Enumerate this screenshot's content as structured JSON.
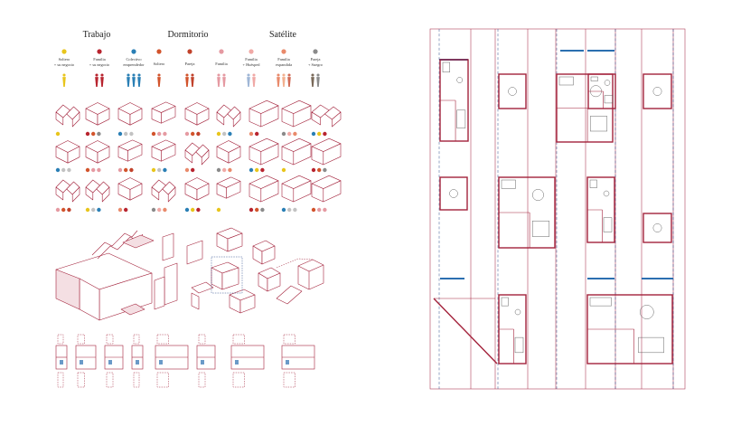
{
  "categories": [
    {
      "title": "Trabajo",
      "groups": [
        {
          "label_l1": "Soltero",
          "label_l2": "+ su negocio",
          "dot_color": "#e8c51c",
          "fig_colors": [
            "#e8c51c"
          ]
        },
        {
          "label_l1": "Familia",
          "label_l2": "+ su negocio",
          "dot_color": "#b8242f",
          "fig_colors": [
            "#b8242f",
            "#b8242f"
          ]
        },
        {
          "label_l1": "Colectivo",
          "label_l2": "emprendedor",
          "dot_color": "#2a7fb5",
          "fig_colors": [
            "#2a7fb5",
            "#2a7fb5",
            "#2a7fb5"
          ]
        }
      ]
    },
    {
      "title": "Dormitorio",
      "groups": [
        {
          "label_l1": "Soltero",
          "label_l2": "",
          "dot_color": "#d2542c",
          "fig_colors": [
            "#d2542c"
          ]
        },
        {
          "label_l1": "Pareja",
          "label_l2": "",
          "dot_color": "#c1422b",
          "fig_colors": [
            "#d2542c",
            "#c1422b"
          ]
        },
        {
          "label_l1": "Familia",
          "label_l2": "",
          "dot_color": "#e59aa2",
          "fig_colors": [
            "#e59aa2",
            "#e59aa2"
          ]
        }
      ]
    },
    {
      "title": "Satélite",
      "groups": [
        {
          "label_l1": "Familia",
          "label_l2": "+ Huésped",
          "dot_color": "#f0a9a6",
          "fig_colors": [
            "#9fb6d6",
            "#f0a9a6"
          ]
        },
        {
          "label_l1": "Familia",
          "label_l2": "expandida",
          "dot_color": "#e98a6b",
          "fig_colors": [
            "#e98a6b",
            "#f2b08f",
            "#d06a55"
          ]
        },
        {
          "label_l1": "Pareja",
          "label_l2": "+ Suegro",
          "dot_color": "#8a8a8a",
          "fig_colors": [
            "#7a6a5a",
            "#8a8a8a"
          ]
        }
      ]
    }
  ],
  "palette": {
    "wall": "#a3223b",
    "axis": "#2b4b8c",
    "window": "#2b6fb0"
  },
  "icons": {
    "module_icon": "isometric-module-icon",
    "person_icon": "person-figure-icon",
    "floor_plan": "floor-plan-drawing"
  }
}
